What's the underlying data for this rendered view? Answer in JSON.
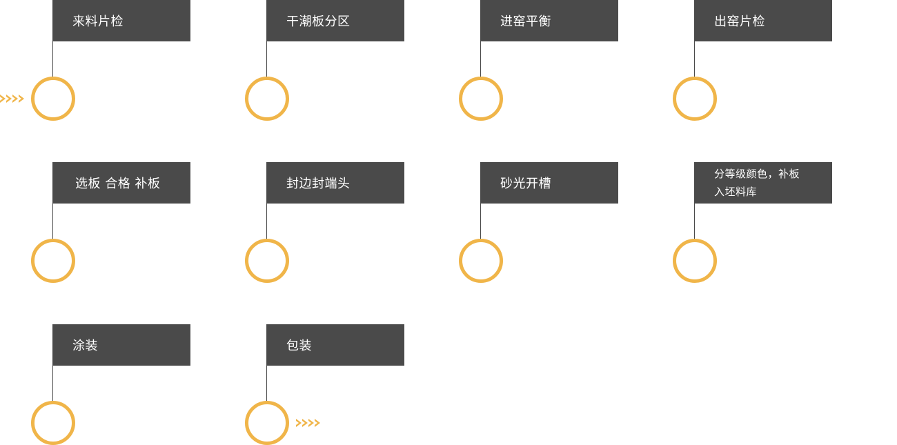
{
  "colors": {
    "box": "#4a4a4a",
    "text": "#ffffff",
    "node_ring": "#f0b549",
    "arrow": "#f0b549"
  },
  "steps": [
    {
      "label": "来料片检"
    },
    {
      "label": "干潮板分区"
    },
    {
      "label": "进窑平衡"
    },
    {
      "label": "出窑片检"
    },
    {
      "label": "选板 合格 补板"
    },
    {
      "label": "封边封端头"
    },
    {
      "label": "砂光开槽"
    },
    {
      "label": "分等级颜色，补板\n入坯料库"
    },
    {
      "label": "涂装"
    },
    {
      "label": "包装"
    }
  ],
  "icons": {
    "start_arrow": "chevron-arrows-icon",
    "end_arrow": "chevron-arrows-icon",
    "node": "ring-icon"
  }
}
